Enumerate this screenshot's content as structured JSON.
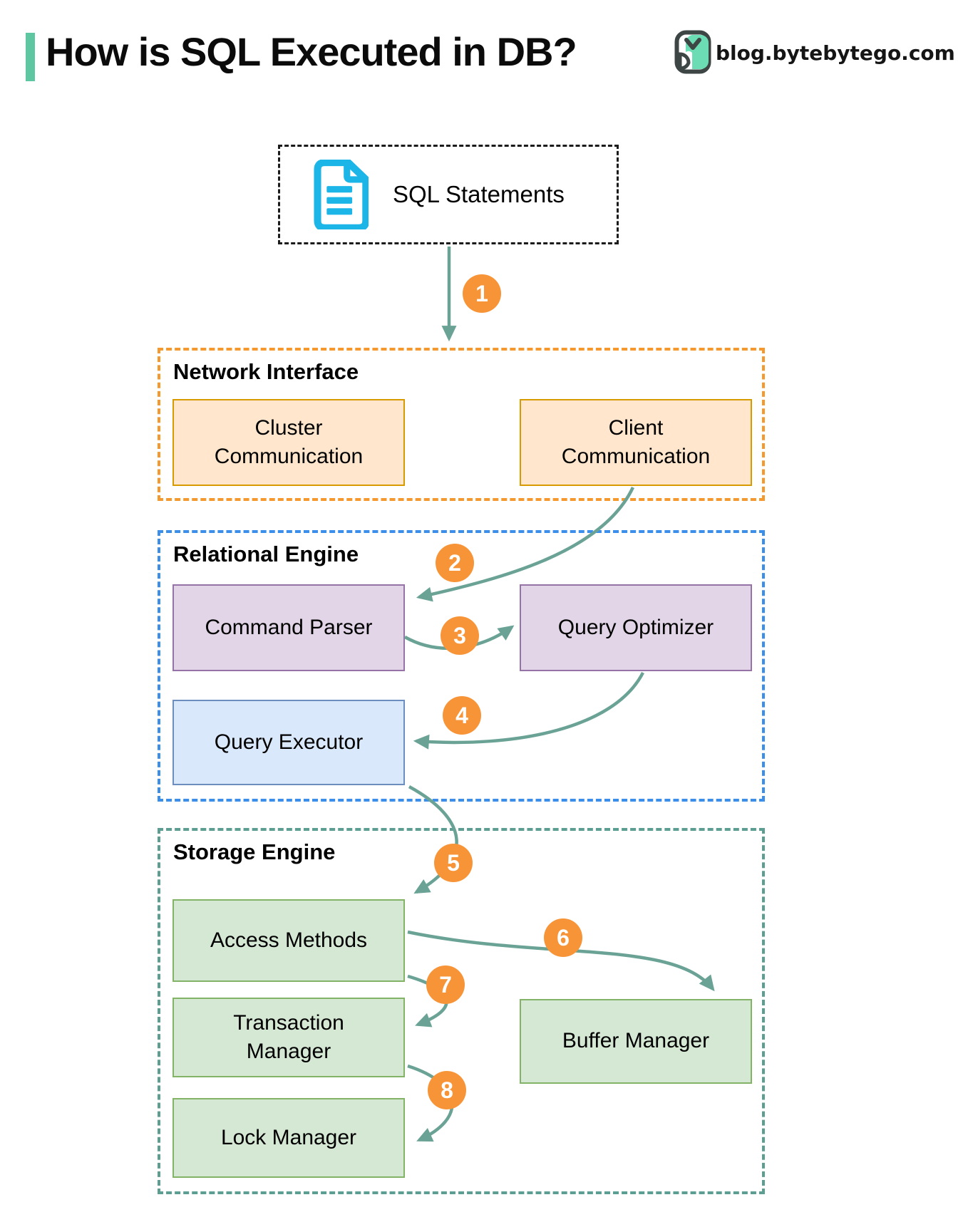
{
  "header": {
    "title": "How is SQL Executed in DB?",
    "site": "blog.bytebytego.com",
    "accent_color": "#5EC7A2"
  },
  "source_box": {
    "label": "SQL Statements",
    "icon": "document-icon",
    "icon_color": "#1CB5E8"
  },
  "sections": {
    "network_interface": {
      "label": "Network Interface",
      "border_color": "#F5992E",
      "nodes": {
        "cluster": "Cluster Communication",
        "client": "Client Communication"
      }
    },
    "relational_engine": {
      "label": "Relational Engine",
      "border_color": "#3B8EEA",
      "nodes": {
        "command_parser": "Command Parser",
        "query_optimizer": "Query Optimizer",
        "query_executor": "Query Executor"
      }
    },
    "storage_engine": {
      "label": "Storage Engine",
      "border_color": "#5C9E91",
      "nodes": {
        "access_methods": "Access Methods",
        "transaction_manager": "Transaction Manager",
        "buffer_manager": "Buffer Manager",
        "lock_manager": "Lock Manager"
      }
    }
  },
  "steps": [
    "1",
    "2",
    "3",
    "4",
    "5",
    "6",
    "7",
    "8"
  ],
  "flow": [
    {
      "step": "1",
      "from": "SQL Statements",
      "to": "Network Interface"
    },
    {
      "step": "2",
      "from": "Client Communication",
      "to": "Command Parser"
    },
    {
      "step": "3",
      "from": "Command Parser",
      "to": "Query Optimizer"
    },
    {
      "step": "4",
      "from": "Query Optimizer",
      "to": "Query Executor"
    },
    {
      "step": "5",
      "from": "Query Executor",
      "to": "Access Methods"
    },
    {
      "step": "6",
      "from": "Access Methods",
      "to": "Buffer Manager"
    },
    {
      "step": "7",
      "from": "Access Methods",
      "to": "Transaction Manager"
    },
    {
      "step": "8",
      "from": "Transaction Manager",
      "to": "Lock Manager"
    }
  ],
  "colors": {
    "arrow": "#6AA395",
    "badge": "#F79438",
    "node_orange_fill": "#FFE6CC",
    "node_orange_border": "#D79B00",
    "node_purple_fill": "#E1D5E7",
    "node_purple_border": "#9673A6",
    "node_blue_fill": "#DAE8FC",
    "node_blue_border": "#6C8EBF",
    "node_green_fill": "#D5E8D4",
    "node_green_border": "#82B366"
  }
}
